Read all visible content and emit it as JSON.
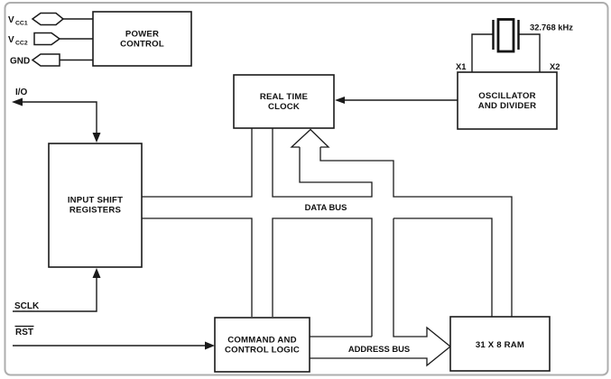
{
  "diagram": {
    "title": "real-time-clock-block-diagram",
    "blocks": {
      "power": {
        "line1": "POWER",
        "line2": "CONTROL"
      },
      "rtc": {
        "line1": "REAL TIME",
        "line2": "CLOCK"
      },
      "osc": {
        "line1": "OSCILLATOR",
        "line2": "AND DIVIDER"
      },
      "isr": {
        "line1": "INPUT SHIFT",
        "line2": "REGISTERS"
      },
      "cmd": {
        "line1": "COMMAND AND",
        "line2": "CONTROL LOGIC"
      },
      "ram": {
        "label": "31 X 8 RAM"
      }
    },
    "pins": {
      "vcc1_base": "V",
      "vcc1_sub": "CC1",
      "vcc2_base": "V",
      "vcc2_sub": "CC2",
      "gnd": "GND",
      "io": "I/O",
      "sclk": "SCLK",
      "rst": "RST"
    },
    "signals": {
      "data_bus": "DATA BUS",
      "address_bus": "ADDRESS BUS",
      "crystal_freq": "32.768 kHz",
      "x1": "X1",
      "x2": "X2"
    },
    "colors": {
      "line": "#1a1a1a",
      "background": "#ffffff",
      "frame_border": "#aeaeae"
    }
  }
}
